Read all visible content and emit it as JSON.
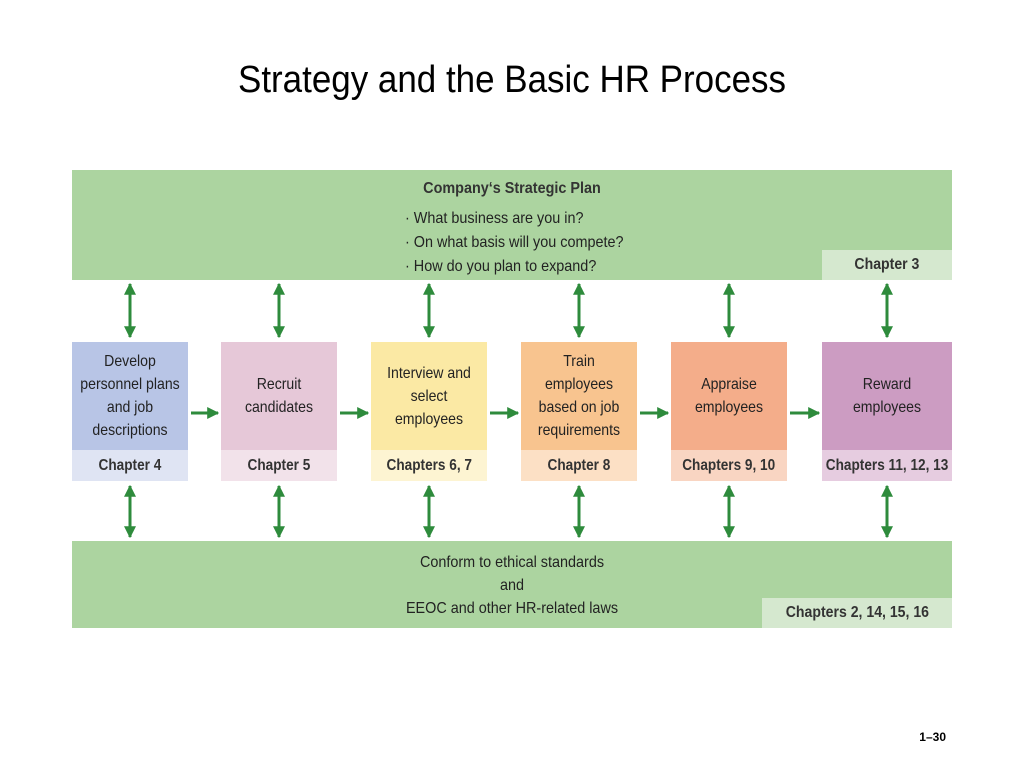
{
  "title": "Strategy and the Basic HR Process",
  "strategic_plan": {
    "heading": "Company‘s Strategic Plan",
    "items": [
      "· What business are you in?",
      "· On what basis will you compete?",
      "· How do you plan to expand?"
    ],
    "chapter": "Chapter 3"
  },
  "steps": [
    {
      "label": "Develop personnel plans and job descriptions",
      "chapter": "Chapter 4",
      "color": "#b8c5e6",
      "chapter_color": "#dfe4f3"
    },
    {
      "label": "Recruit candidates",
      "chapter": "Chapter 5",
      "color": "#e6c8d8",
      "chapter_color": "#f2e2ea"
    },
    {
      "label": "Interview and select employees",
      "chapter": "Chapters 6, 7",
      "color": "#fbe9a4",
      "chapter_color": "#fdf4d2"
    },
    {
      "label": "Train employees based on job requirements",
      "chapter": "Chapter 8",
      "color": "#f8c48f",
      "chapter_color": "#fce0c5"
    },
    {
      "label": "Appraise employees",
      "chapter": "Chapters 9, 10",
      "color": "#f4ad8a",
      "chapter_color": "#f9d5c2"
    },
    {
      "label": "Reward employees",
      "chapter": "Chapters 11, 12, 13",
      "color": "#cc9cc2",
      "chapter_color": "#e6cce0"
    }
  ],
  "compliance": {
    "lines": [
      "Conform to ethical standards",
      "and",
      "EEOC and other HR-related laws"
    ],
    "chapter": "Chapters 2, 14, 15, 16"
  },
  "slide_number": "1–30",
  "colors": {
    "band": "#acd4a0",
    "band_tag": "#d5e8cf",
    "arrow": "#2e8b3c"
  }
}
